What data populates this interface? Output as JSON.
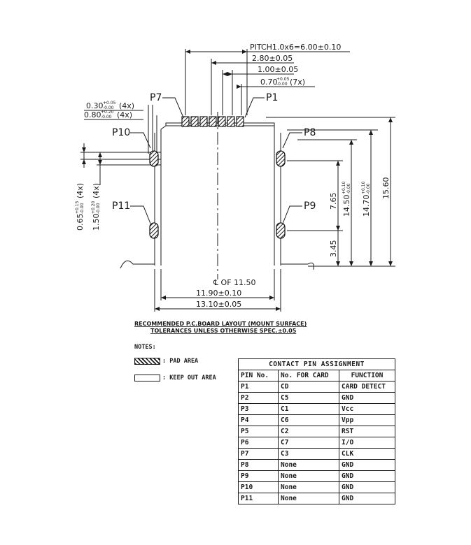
{
  "drawing": {
    "pitch": "PITCH1.0x6=6.00±0.10",
    "dim_280": "2.80±0.05",
    "dim_100": "1.00±0.05",
    "dim_070_base": "0.70",
    "dim_070_tol_up": "+0.05",
    "dim_070_tol_dn": "-0.00",
    "dim_070_qty": "(7x)",
    "dim_030_base": "0.30",
    "dim_030_tol_up": "+0.05",
    "dim_030_tol_dn": "-0.00",
    "dim_030_qty": "(4x)",
    "dim_080_base": "0.80",
    "dim_080_tol_up": "+0.20",
    "dim_080_tol_dn": "-0.00",
    "dim_080_qty": "(4x)",
    "dim_065_base": "0.65",
    "dim_065_tol_up": "+0.15",
    "dim_065_tol_dn": "-0.00",
    "dim_065_qty": "(4x)",
    "dim_150_base": "1.50",
    "dim_150_tol_up": "+0.20",
    "dim_150_tol_dn": "-0.00",
    "dim_150_qty": "(4x)",
    "dim_765": "7.65",
    "dim_345": "3.45",
    "dim_1450_base": "14.50",
    "dim_1450_tol_up": "+0.10",
    "dim_1450_tol_dn": "-0.00",
    "dim_1470_base": "14.70",
    "dim_1470_tol_up": "+0.10",
    "dim_1470_tol_dn": "-0.00",
    "dim_1560": "15.60",
    "dim_1190": "11.90±0.10",
    "dim_1310": "13.10±0.05",
    "centerline": "℄ OF 11.50",
    "p1": "P1",
    "p7": "P7",
    "p8": "P8",
    "p9": "P9",
    "p10": "P10",
    "p11": "P11",
    "title_line1": "RECOMMENDED P.C.BOARD LAYOUT (MOUNT SURFACE)",
    "title_line2": "TOLERANCES UNLESS OTHERWISE SPEC.±0.05"
  },
  "notes": {
    "title": "NOTES:",
    "pad_area": ": PAD AREA",
    "keep_out_area": ": KEEP OUT AREA"
  },
  "table": {
    "caption": "CONTACT PIN ASSIGNMENT",
    "headers": [
      "PIN No.",
      "No. FOR CARD",
      "FUNCTION"
    ],
    "rows": [
      [
        "P1",
        "CD",
        "CARD DETECT"
      ],
      [
        "P2",
        "C5",
        "GND"
      ],
      [
        "P3",
        "C1",
        "Vcc"
      ],
      [
        "P4",
        "C6",
        "Vpp"
      ],
      [
        "P5",
        "C2",
        "RST"
      ],
      [
        "P6",
        "C7",
        "I/O"
      ],
      [
        "P7",
        "C3",
        "CLK"
      ],
      [
        "P8",
        "None",
        "GND"
      ],
      [
        "P9",
        "None",
        "GND"
      ],
      [
        "P10",
        "None",
        "GND"
      ],
      [
        "P11",
        "None",
        "GND"
      ]
    ]
  }
}
